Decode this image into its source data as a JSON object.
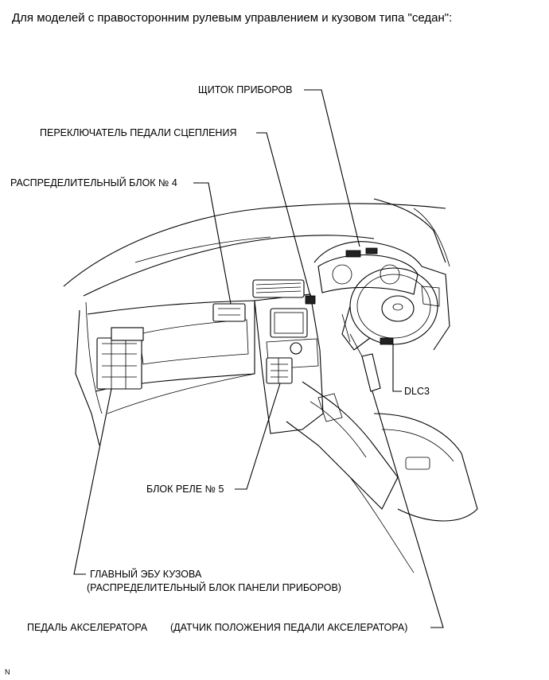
{
  "heading": "Для моделей с правосторонним рулевым управлением и кузовом типа \"седан\":",
  "labels": {
    "instrument_panel": "ЩИТОК ПРИБОРОВ",
    "clutch_switch": "ПЕРЕКЛЮЧАТЕЛЬ ПЕДАЛИ СЦЕПЛЕНИЯ",
    "junction_block_4": "РАСПРЕДЕЛИТЕЛЬНЫЙ БЛОК № 4",
    "dlc3": "DLC3",
    "relay_block_5": "БЛОК РЕЛЕ № 5",
    "main_body_ecu_line1": "ГЛАВНЫЙ ЭБУ КУЗОВА",
    "main_body_ecu_line2": "(РАСПРЕДЕЛИТЕЛЬНЫЙ БЛОК ПАНЕЛИ ПРИБОРОВ)",
    "accel_pedal": "ПЕДАЛЬ АКСЕЛЕРАТОРА",
    "accel_sensor": "(ДАТЧИК ПОЛОЖЕНИЯ ПЕДАЛИ АКСЕЛЕРАТОРА)"
  },
  "corner_mark": "N"
}
